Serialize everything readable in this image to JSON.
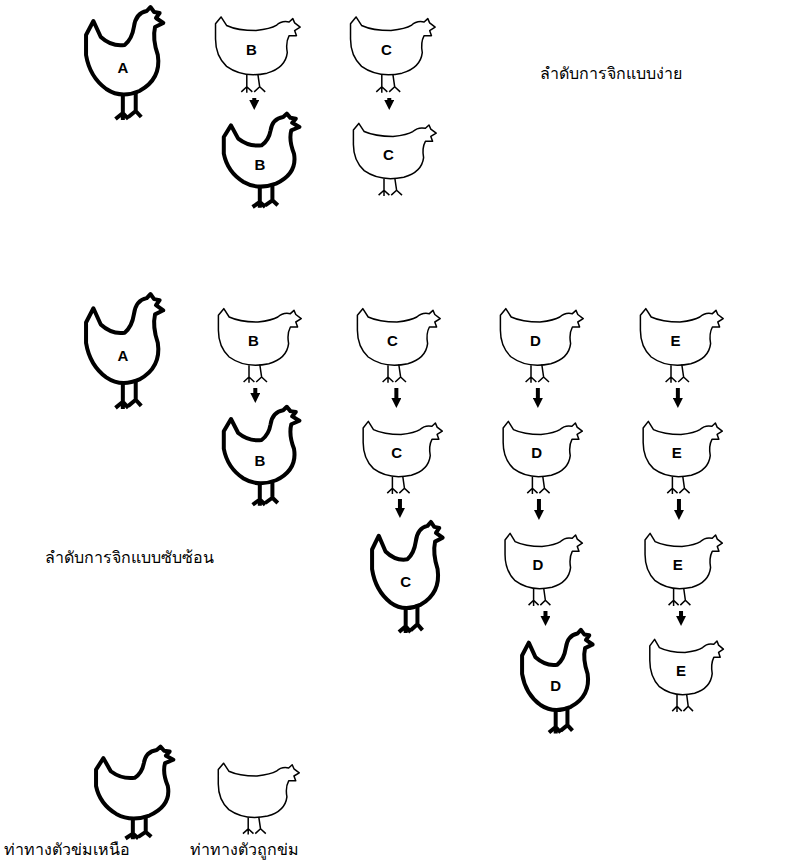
{
  "diagram": {
    "nodes": [
      {
        "text": [
          "A"
        ]
      },
      {
        "text": [
          "B"
        ]
      },
      {
        "text": [
          "C"
        ]
      },
      {
        "text": [
          "B"
        ]
      },
      {
        "text": [
          "C"
        ]
      },
      {
        "text": [
          "A"
        ]
      },
      {
        "text": [
          "B"
        ]
      },
      {
        "text": [
          "C"
        ]
      },
      {
        "text": [
          "D"
        ]
      },
      {
        "text": [
          "E"
        ]
      },
      {
        "text": [
          "B"
        ]
      },
      {
        "text": [
          "C"
        ]
      },
      {
        "text": [
          "D"
        ]
      },
      {
        "text": [
          "E"
        ]
      },
      {
        "text": [
          "C"
        ]
      },
      {
        "text": [
          "D"
        ]
      },
      {
        "text": [
          "E"
        ]
      },
      {
        "text": [
          "D"
        ]
      },
      {
        "text": [
          "E"
        ]
      }
    ],
    "edges": [
      {
        "from": 1,
        "to": 3,
        "arrow": "to"
      },
      {
        "from": 2,
        "to": 4,
        "arrow": "to"
      },
      {
        "from": 6,
        "to": 10,
        "arrow": "to"
      },
      {
        "from": 7,
        "to": 11,
        "arrow": "to"
      },
      {
        "from": 11,
        "to": 14,
        "arrow": "to"
      },
      {
        "from": 8,
        "to": 12,
        "arrow": "to"
      },
      {
        "from": 12,
        "to": 15,
        "arrow": "to"
      },
      {
        "from": 15,
        "to": 17,
        "arrow": "to"
      },
      {
        "from": 9,
        "to": 13,
        "arrow": "to"
      },
      {
        "from": 13,
        "to": 16,
        "arrow": "to"
      },
      {
        "from": 16,
        "to": 18,
        "arrow": "to"
      }
    ],
    "labels": [
      "ลำดับการจิกแบบง่าย",
      "ลำดับการจิกแบบซับซ้อน",
      "ท่าทางตัวข่มเหนือ",
      "ท่าทางตัวถูกข่ม"
    ]
  }
}
